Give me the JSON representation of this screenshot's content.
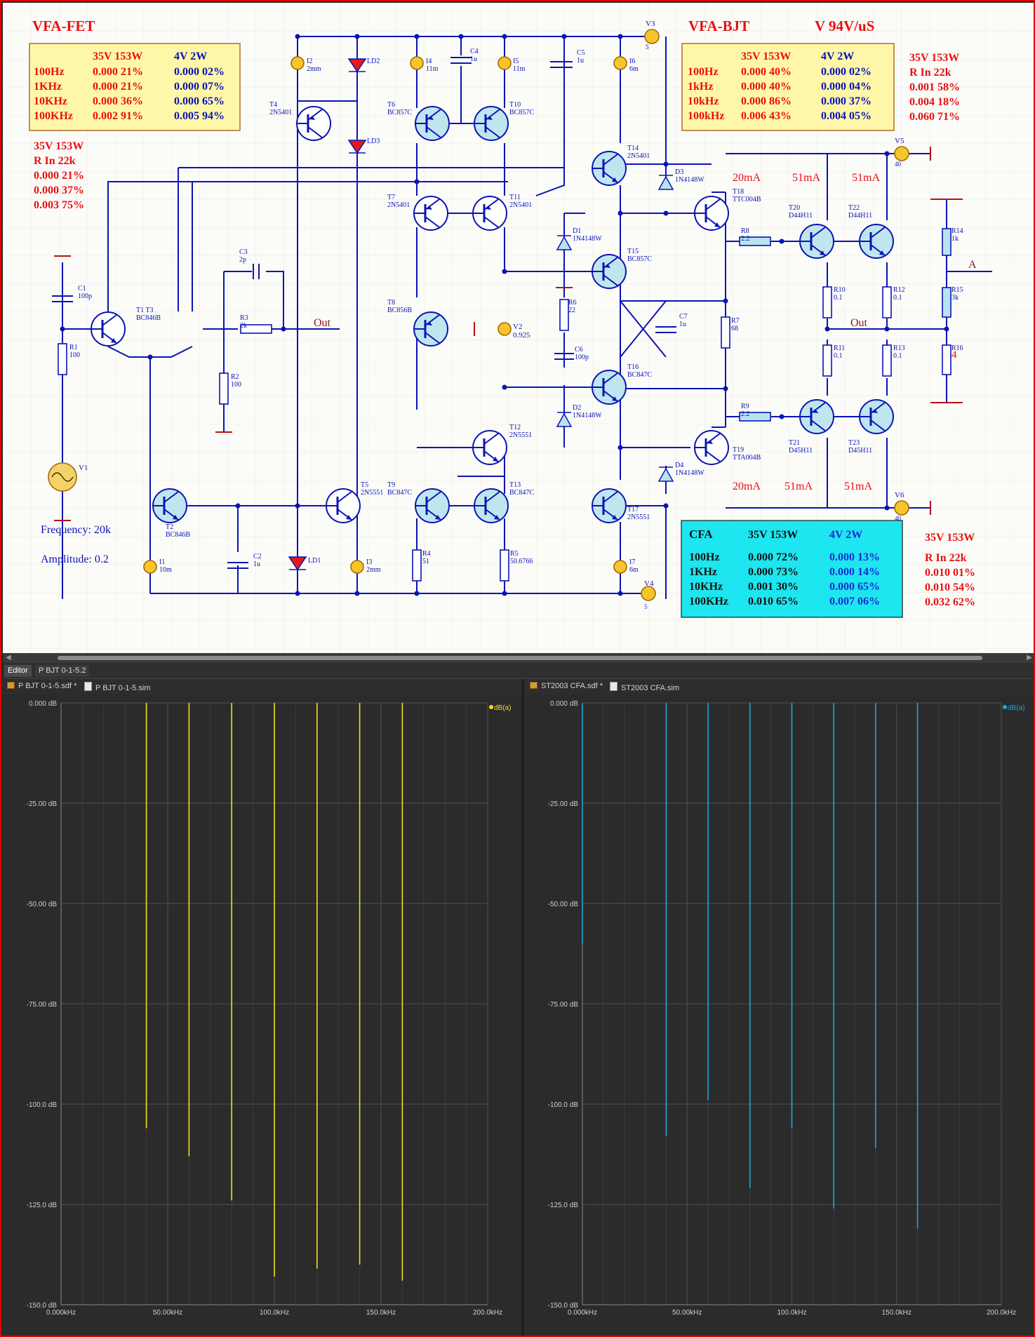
{
  "schematic": {
    "vfa_fet": {
      "title": "VFA-FET",
      "table": {
        "headers": [
          "35V 153W",
          "4V 2W"
        ],
        "rows": [
          {
            "freq": "100Hz",
            "a": "0.000 21%",
            "b": "0.000 02%"
          },
          {
            "freq": "1KHz",
            "a": "0.000 21%",
            "b": "0.000 07%"
          },
          {
            "freq": "10KHz",
            "a": "0.000 36%",
            "b": "0.000 65%"
          },
          {
            "freq": "100KHz",
            "a": "0.002 91%",
            "b": "0.005 94%"
          }
        ]
      },
      "rin": [
        "35V 153W",
        "R In 22k",
        "0.000 21%",
        "0.000 37%",
        "0.003 75%"
      ]
    },
    "vfa_bjt": {
      "title": "VFA-BJT",
      "slew": "V 94V/uS",
      "table": {
        "headers": [
          "35V 153W",
          "4V 2W"
        ],
        "rows": [
          {
            "freq": "100Hz",
            "a": "0.000 40%",
            "b": "0.000 02%"
          },
          {
            "freq": "1kHz",
            "a": "0.000 40%",
            "b": "0.000 04%"
          },
          {
            "freq": "10kHz",
            "a": "0.000 86%",
            "b": "0.000 37%"
          },
          {
            "freq": "100kHz",
            "a": "0.006 43%",
            "b": "0.004 05%"
          }
        ]
      },
      "rin": [
        "35V 153W",
        "R In 22k",
        "0.001 58%",
        "0.004 18%",
        "0.060 71%"
      ]
    },
    "cfa": {
      "title": "CFA",
      "headers": [
        "35V 153W",
        "4V 2W"
      ],
      "rows": [
        {
          "freq": "100Hz",
          "a": "0.000 72%",
          "b": "0.000 13%"
        },
        {
          "freq": "1KHz",
          "a": "0.000 73%",
          "b": "0.000 14%"
        },
        {
          "freq": "10KHz",
          "a": "0.001 30%",
          "b": "0.000 65%"
        },
        {
          "freq": "100KHz",
          "a": "0.010 65%",
          "b": "0.007 06%"
        }
      ],
      "rin": [
        "35V 153W",
        "R In 22k",
        "0.010 01%",
        "0.010 54%",
        "0.032 62%"
      ]
    },
    "frequency_label": "Frequency: 20k",
    "amplitude_label": "Amplitude: 0.2",
    "out_label": "Out",
    "out_label_2": "Out",
    "node_a": "A",
    "currents": {
      "top": [
        "20mA",
        "51mA",
        "51mA"
      ],
      "bottom": [
        "20mA",
        "51mA",
        "51mA"
      ]
    },
    "sources": {
      "v3": {
        "name": "V3",
        "value": "5"
      },
      "v4": {
        "name": "V4",
        "value": "5"
      },
      "v5": {
        "name": "V5",
        "value": "40"
      },
      "v6": {
        "name": "V6",
        "value": "40"
      },
      "v1": "V1",
      "v2": {
        "name": "V2",
        "value": "0.925"
      }
    },
    "current_sources": [
      {
        "id": "I1",
        "value": "10m"
      },
      {
        "id": "I2",
        "value": "2mm"
      },
      {
        "id": "I3",
        "value": "2mm"
      },
      {
        "id": "I4",
        "value": "11m"
      },
      {
        "id": "I5",
        "value": "11m"
      },
      {
        "id": "I6",
        "value": "6m"
      },
      {
        "id": "I7",
        "value": "6m"
      }
    ],
    "transistors": [
      {
        "id": "T1  T3",
        "type": "BC846B"
      },
      {
        "id": "T2",
        "type": "BC846B"
      },
      {
        "id": "T4",
        "type": "2N5401"
      },
      {
        "id": "T5",
        "type": "2N5551"
      },
      {
        "id": "T6",
        "type": "BC857C"
      },
      {
        "id": "T7",
        "type": "2N5401"
      },
      {
        "id": "T8",
        "type": "BC856B"
      },
      {
        "id": "T9",
        "type": "BC847C"
      },
      {
        "id": "T10",
        "type": "BC857C"
      },
      {
        "id": "T11",
        "type": "2N5401"
      },
      {
        "id": "T12",
        "type": "2N5551"
      },
      {
        "id": "T13",
        "type": "BC847C"
      },
      {
        "id": "T14",
        "type": "2N5401"
      },
      {
        "id": "T15",
        "type": "BC857C"
      },
      {
        "id": "T16",
        "type": "BC847C"
      },
      {
        "id": "T17",
        "type": "2N5551"
      },
      {
        "id": "T18",
        "type": "TTC004B"
      },
      {
        "id": "T19",
        "type": "TTA004B"
      },
      {
        "id": "T20",
        "type": "D44H11"
      },
      {
        "id": "T21",
        "type": "D45H11"
      },
      {
        "id": "T22",
        "type": "D44H11"
      },
      {
        "id": "T23",
        "type": "D45H11"
      }
    ],
    "passives": [
      {
        "id": "C1",
        "value": "100p"
      },
      {
        "id": "R1",
        "value": "100"
      },
      {
        "id": "C3",
        "value": "2p"
      },
      {
        "id": "R3",
        "value": "2k"
      },
      {
        "id": "R2",
        "value": "100"
      },
      {
        "id": "C2",
        "value": "1u"
      },
      {
        "id": "C4",
        "value": "1u"
      },
      {
        "id": "C5",
        "value": "1u"
      },
      {
        "id": "R4",
        "value": "51"
      },
      {
        "id": "R5",
        "value": "50.6766"
      },
      {
        "id": "R6",
        "value": "22"
      },
      {
        "id": "C6",
        "value": "100p"
      },
      {
        "id": "C7",
        "value": "1u"
      },
      {
        "id": "R7",
        "value": "68"
      },
      {
        "id": "R8",
        "value": "2.2"
      },
      {
        "id": "R9",
        "value": "2.2"
      },
      {
        "id": "R10",
        "value": "0.1"
      },
      {
        "id": "R11",
        "value": "0.1"
      },
      {
        "id": "R12",
        "value": "0.1"
      },
      {
        "id": "R13",
        "value": "0.1"
      },
      {
        "id": "R14",
        "value": "1k"
      },
      {
        "id": "R15",
        "value": "3k"
      },
      {
        "id": "R16",
        "value": "4"
      }
    ],
    "diodes": [
      {
        "id": "D1",
        "type": "1N4148W"
      },
      {
        "id": "D2",
        "type": "1N4148W"
      },
      {
        "id": "D3",
        "type": "1N4148W"
      },
      {
        "id": "D4",
        "type": "1N4148W"
      }
    ],
    "leds": [
      "LD1",
      "LD2",
      "LD3"
    ]
  },
  "tabs": {
    "editor": "Editor",
    "doc": "P BJT 0-1-5.2"
  },
  "left_panel": {
    "tab_sdf": "P BJT 0-1-5.sdf *",
    "tab_sim": "P BJT 0-1-5.sim"
  },
  "right_panel": {
    "tab_sdf": "ST2003 CFA.sdf *",
    "tab_sim": "ST2003 CFA.sim"
  },
  "colors": {
    "left_trace": "#f0e020",
    "right_trace": "#1aa8d6",
    "wire": "#0a14b4",
    "red_text": "#e81010",
    "cfa_box": "#1ee6f0",
    "table_box": "#fff7a8"
  },
  "chart_data": [
    {
      "type": "bar",
      "title": "",
      "legend": "dB(a)",
      "legend_position": "top-right",
      "xlabel": "",
      "ylabel": "",
      "xlim": [
        0,
        200
      ],
      "ylim": [
        -150,
        0
      ],
      "x_ticks": [
        "0.000kHz",
        "50.00kHz",
        "100.0kHz",
        "150.0kHz",
        "200.0kHz"
      ],
      "y_ticks": [
        "0.000 dB",
        "-25.00 dB",
        "-50.00 dB",
        "-75.00 dB",
        "-100.0 dB",
        "-125.0 dB",
        "-150.0 dB"
      ],
      "x_unit": "kHz",
      "series": [
        {
          "name": "dB(a)",
          "x": [
            20,
            40,
            60,
            80,
            100,
            120,
            140,
            160
          ],
          "y": [
            0,
            -106,
            -113,
            -124,
            -143,
            -141,
            -140,
            -144
          ]
        }
      ]
    },
    {
      "type": "bar",
      "title": "",
      "legend": "dB(a)",
      "legend_position": "top-right",
      "xlabel": "",
      "ylabel": "",
      "xlim": [
        0,
        200
      ],
      "ylim": [
        -150,
        0
      ],
      "x_ticks": [
        "0.000kHz",
        "50.00kHz",
        "100.0kHz",
        "150.0kHz",
        "200.0kHz"
      ],
      "y_ticks": [
        "0.000 dB",
        "-25.00 dB",
        "-50.00 dB",
        "-75.00 dB",
        "-100.0 dB",
        "-125.0 dB",
        "-150.0 dB"
      ],
      "x_unit": "kHz",
      "series": [
        {
          "name": "dB(a)",
          "x": [
            0,
            20,
            40,
            60,
            80,
            100,
            120,
            140,
            160
          ],
          "y": [
            -60,
            0,
            -108,
            -99,
            -121,
            -106,
            -126,
            -111,
            -131
          ]
        }
      ]
    }
  ]
}
